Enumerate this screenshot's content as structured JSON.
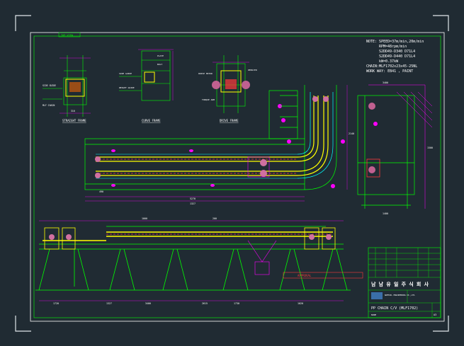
{
  "sheet_tab": "TOP VIEW",
  "notes": [
    "NOTE: SPEED=37m/min,20m/min",
    "RPM=48rpm/min",
    "S2DD49-D340 D71L4",
    "S2DD49-D440 D71L4",
    "kW=0.37kW",
    "CHAIN:MLF1702x23x45-25NL",
    "WORK WAY: EB41 , PAINT"
  ],
  "view_labels": {
    "straight_frame": "STRAIGHT FRAME",
    "curve_frame": "CURVE FRAME",
    "drive_frame": "DRIVE FRAME"
  },
  "dimensions_sample": [
    "5270",
    "2140",
    "1500",
    "1400",
    "620",
    "1720",
    "1327",
    "3400",
    "2615",
    "1730",
    "1020",
    "1000",
    "490",
    "200",
    "310"
  ],
  "title_block": {
    "approval_label": "APPROVAL",
    "company_kr": "남 남 유 일 주 식 회 사",
    "company_en": "NAMYUIL ENGINEERING CO.,LTD.",
    "drawing_title": "PP CHAIN C/V (MLF1702)",
    "scale": "NONE",
    "size": "A3"
  },
  "colors": {
    "background": "#202b33",
    "border": "#ffffff",
    "frame_line": "#00ff00",
    "chain": "#ffff00",
    "dimension": "#ff00ff",
    "accent": "#ff3a3a",
    "cyan": "#00ffff"
  }
}
